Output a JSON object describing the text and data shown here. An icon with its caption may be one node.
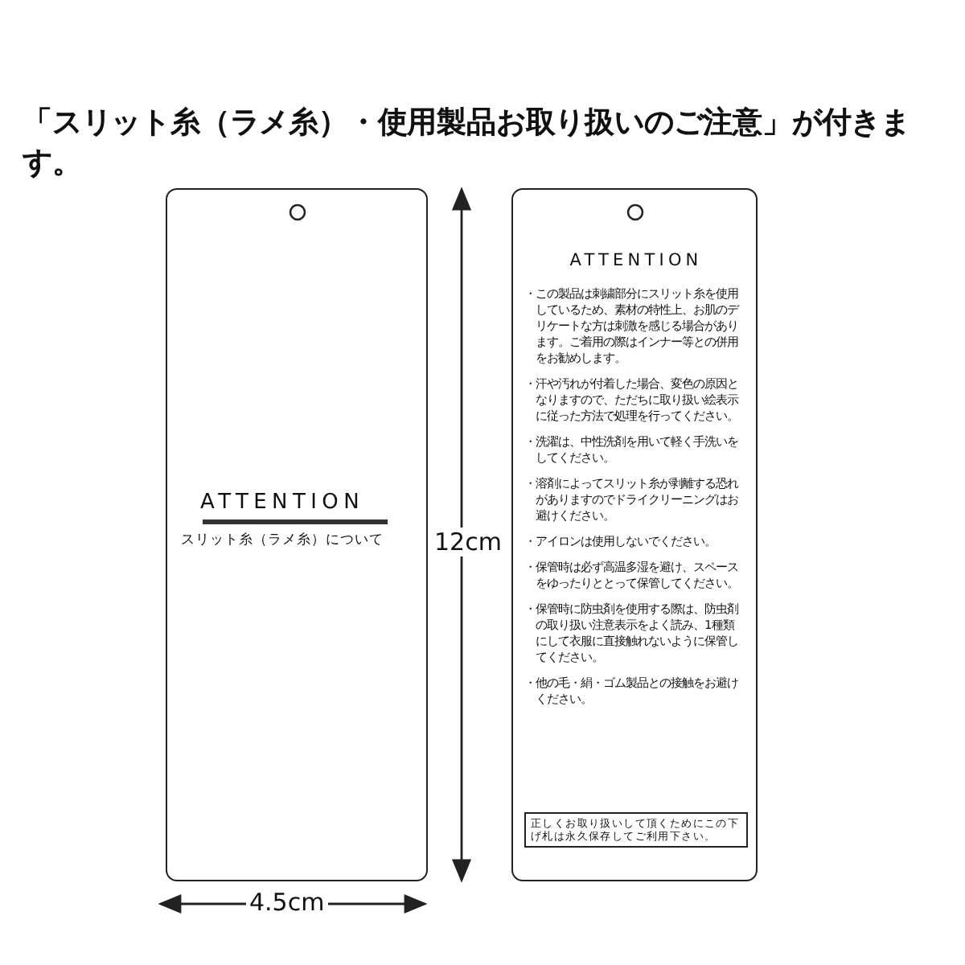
{
  "diagram": {
    "title": "「スリット糸（ラメ糸）・使用製品お取り扱いのご注意」が付きます。",
    "nodes": [
      {
        "text": [
          "ATTENTION",
          "スリット糸（ラメ糸）について"
        ]
      },
      {
        "text": [
          "ATTENTION",
          "・この製品は刺繍部分にスリット糸を使用しているため、素材の特性上、お肌のデリケートな方は刺激を感じる場合があります。ご着用の際はインナー等との併用をお勧めします。",
          "・汗や汚れが付着した場合、変色の原因となりますので、ただちに取り扱い絵表示に従った方法で処理を行ってください。",
          "・洗濯は、中性洗剤を用いて軽く手洗いをしてください。",
          "・溶剤によってスリット糸が剥離する恐れがありますのでドライクリーニングはお避けください。",
          "・アイロンは使用しないでください。",
          "・保管時は必ず高温多湿を避け、スペースをゆったりととって保管してください。",
          "・保管時に防虫剤を使用する際は、防虫剤の取り扱い注意表示をよく読み、1種類にして衣服に直接触れないように保管してください。",
          "・他の毛・絹・ゴム製品との接触をお避けください。"
        ]
      },
      {
        "text": [
          "正しくお取り扱いして頂くためにこの下げ札は永久保存してご利用下さい。"
        ],
        "in": 1
      }
    ],
    "labels": [
      "12cm",
      "4.5cm"
    ]
  }
}
